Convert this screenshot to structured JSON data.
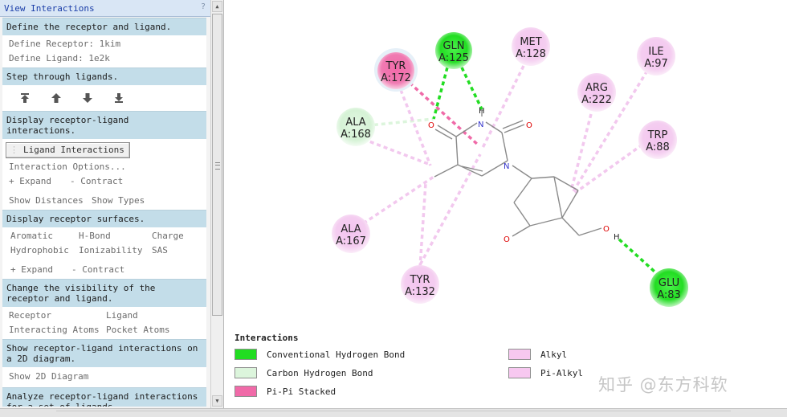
{
  "panel": {
    "title": "View Interactions",
    "help": "?",
    "sections": {
      "define": "Define the receptor and ligand.",
      "define_receptor": "Define Receptor: 1kim",
      "define_ligand": "Define Ligand: 1e2k",
      "step": "Step through ligands.",
      "display_interactions": "Display receptor-ligand interactions.",
      "ligand_button": "Ligand Interactions",
      "interaction_options": "Interaction Options...",
      "expand": "+  Expand",
      "contract": "-  Contract",
      "show_distances": "Show Distances",
      "show_types": "Show Types",
      "display_surfaces": "Display receptor surfaces.",
      "aromatic": "Aromatic",
      "hbond": "H-Bond",
      "charge": "Charge",
      "hydrophobic": "Hydrophobic",
      "ionizability": "Ionizability",
      "sas": "SAS",
      "visibility": "Change the visibility of the receptor and ligand.",
      "receptor": "Receptor",
      "ligand": "Ligand",
      "interacting_atoms": "Interacting Atoms",
      "pocket_atoms": "Pocket Atoms",
      "show_2d": "Show receptor-ligand interactions on a 2D diagram.",
      "show_2d_diagram": "Show 2D Diagram",
      "analyze": "Analyze receptor-ligand interactions for a set of ligands."
    },
    "step_icons": [
      "first-icon",
      "previous-icon",
      "next-icon",
      "last-icon"
    ]
  },
  "residues": [
    {
      "id": "gln125",
      "name": "GLN",
      "num": "A:125",
      "type": "Conventional Hydrogen Bond"
    },
    {
      "id": "met128",
      "name": "MET",
      "num": "A:128",
      "type": "Alkyl"
    },
    {
      "id": "ile97",
      "name": "ILE",
      "num": "A:97",
      "type": "Alkyl"
    },
    {
      "id": "tyr172",
      "name": "TYR",
      "num": "A:172",
      "type": "Pi-Pi Stacked"
    },
    {
      "id": "arg222",
      "name": "ARG",
      "num": "A:222",
      "type": "Alkyl"
    },
    {
      "id": "ala168",
      "name": "ALA",
      "num": "A:168",
      "type": "Carbon Hydrogen Bond"
    },
    {
      "id": "trp88",
      "name": "TRP",
      "num": "A:88",
      "type": "Pi-Alkyl"
    },
    {
      "id": "ala167",
      "name": "ALA",
      "num": "A:167",
      "type": "Alkyl"
    },
    {
      "id": "tyr132",
      "name": "TYR",
      "num": "A:132",
      "type": "Pi-Alkyl"
    },
    {
      "id": "glu83",
      "name": "GLU",
      "num": "A:83",
      "type": "Conventional Hydrogen Bond"
    }
  ],
  "atoms": {
    "o": "O",
    "n": "N",
    "h": "H"
  },
  "legend": {
    "title": "Interactions",
    "items": [
      {
        "label": "Conventional Hydrogen Bond",
        "color": "#22dd22"
      },
      {
        "label": "Carbon Hydrogen Bond",
        "color": "#dcf5dc"
      },
      {
        "label": "Pi-Pi Stacked",
        "color": "#f06aa8"
      },
      {
        "label": "Alkyl",
        "color": "#f7c8f0"
      },
      {
        "label": "Pi-Alkyl",
        "color": "#f7c8f0"
      }
    ]
  },
  "colors": {
    "hbond": "#22dd22",
    "carbon_hbond": "#dcf5dc",
    "pi_stacked": "#f06aa8",
    "alkyl": "#f2c8ee",
    "section_bg": "#c3dde9",
    "panel_title": "#1a3da8"
  },
  "watermark": "知乎 @东方科软"
}
